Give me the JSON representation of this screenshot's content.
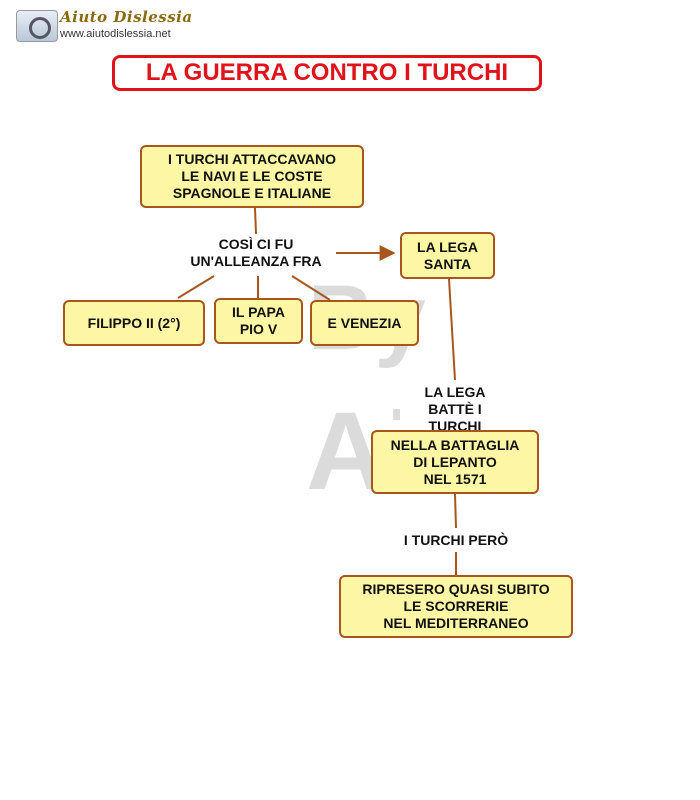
{
  "header": {
    "logo_title": "Aiuto Dislessia",
    "logo_url": "www.aiutodislessia.net"
  },
  "title": "LA GUERRA CONTRO I TURCHI",
  "watermark": {
    "line1": "By",
    "line2": "Ai"
  },
  "nodes": {
    "turchi_attaccavano": "I TURCHI ATTACCAVANO\nLE  NAVI  E  LE  COSTE\nSPAGNOLE  E  ITALIANE",
    "lega_santa": "LA  LEGA\nSANTA",
    "filippo": "FILIPPO II (2°)",
    "papa": "IL PAPA\nPIO V",
    "venezia": "E  VENEZIA",
    "battaglia": "NELLA BATTAGLIA\nDI LEPANTO\nNEL 1571",
    "ripresero": "RIPRESERO QUASI SUBITO\nLE SCORRERIE\nNEL MEDITERRANEO"
  },
  "labels": {
    "alleanza": "COSÌ CI FU\nUN'ALLEANZA FRA",
    "lega_batte": "LA LEGA\nBATTÈ I TURCHI",
    "turchi_pero": "I TURCHI PERÒ"
  },
  "colors": {
    "node_fill": "#fdf7a5",
    "node_border": "#a8561d",
    "title_red": "#e0131b",
    "line": "#a8561d"
  }
}
